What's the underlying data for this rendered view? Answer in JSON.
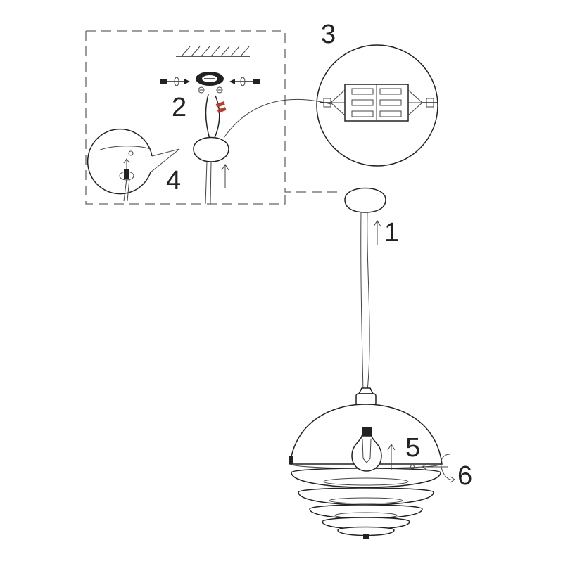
{
  "step_labels": {
    "s1": "1",
    "s2": "2",
    "s3": "3",
    "s4": "4",
    "s5": "5",
    "s6": "6"
  },
  "icons": {
    "ceiling": "ceiling-hatch-icon",
    "bulb": "light-bulb-icon",
    "screw": "screw-icon",
    "rotate": "rotate-arrow-icon"
  }
}
